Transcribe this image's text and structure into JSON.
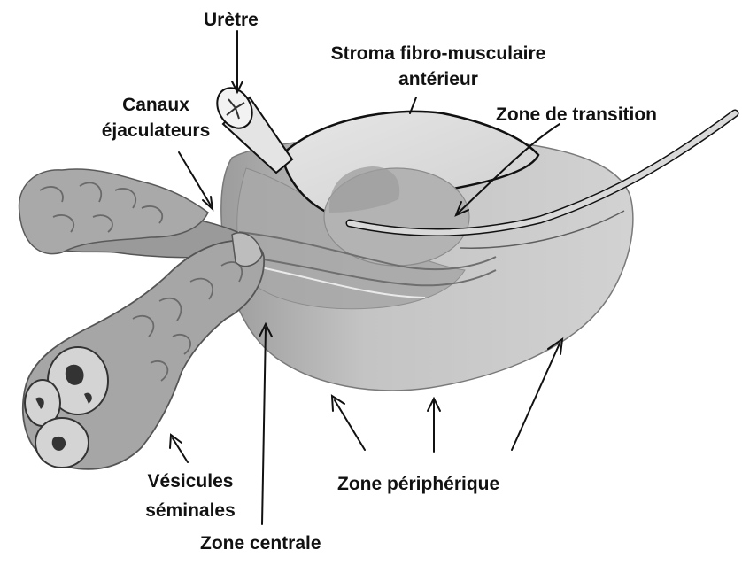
{
  "labels": {
    "uretre": "Urètre",
    "stroma": [
      "Stroma fibro-musculaire",
      "antérieur"
    ],
    "canaux": [
      "Canaux",
      "éjaculateurs"
    ],
    "transition": "Zone de transition",
    "vesicules": [
      "Vésicules",
      "séminales"
    ],
    "peripherique": "Zone périphérique",
    "centrale": "Zone centrale"
  },
  "colors": {
    "organ_fill": "#c8c8c8",
    "organ_dark": "#8d8d8d",
    "seminal_fill": "#a6a6a6",
    "stroke": "#111111"
  }
}
